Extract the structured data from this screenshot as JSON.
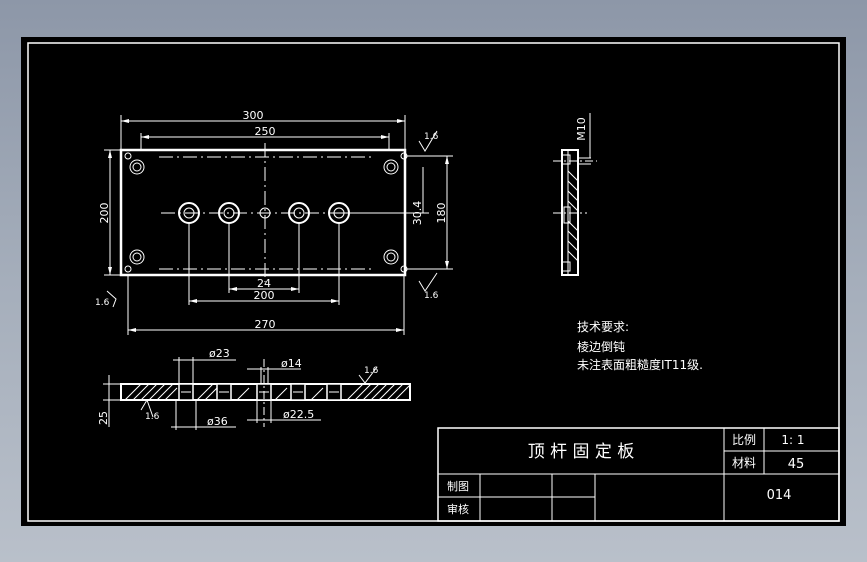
{
  "colors": {
    "background": "#000000",
    "line": "#ffffff",
    "viewport": "#8d97a8"
  },
  "front_view": {
    "dim_300": "300",
    "dim_250": "250",
    "dim_200_height": "200",
    "dim_180": "180",
    "dim_30_4": "30.4",
    "dim_24": "24",
    "dim_200_bottom": "200",
    "dim_270": "270",
    "roughness_top": "1.6",
    "roughness_left": "1.6",
    "roughness_right": "1.6"
  },
  "side_view": {
    "thread_label": "M10"
  },
  "section_view": {
    "dim_phi23": "ø23",
    "dim_phi14": "ø14",
    "dim_phi36": "ø36",
    "dim_phi22_5": "ø22.5",
    "dim_25": "25",
    "roughness_top": "1.6",
    "roughness_bottom": "1.6"
  },
  "notes": {
    "heading": "技术要求:",
    "line1": "棱边倒钝",
    "line2": "未注表面粗糙度IT11级."
  },
  "title_block": {
    "part_name": "顶 杆 固 定 板",
    "scale_label": "比例",
    "scale_value": "1: 1",
    "material_label": "材料",
    "material_value": "45",
    "drawn_label": "制图",
    "checked_label": "审核",
    "drawing_number": "014"
  }
}
